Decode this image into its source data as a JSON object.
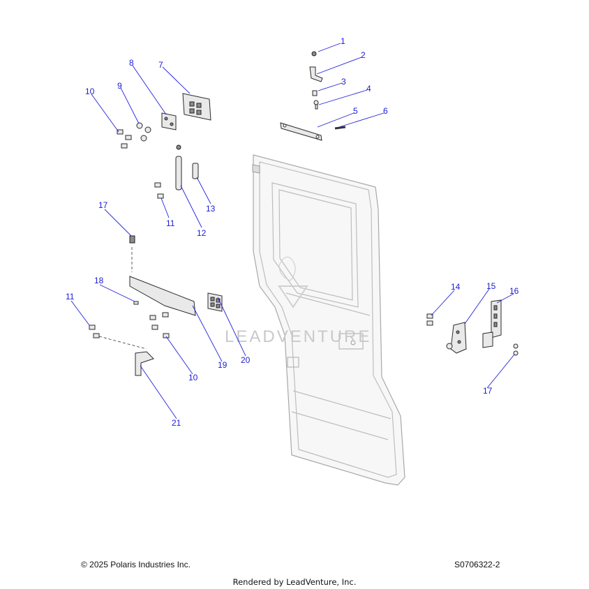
{
  "callouts": [
    "1",
    "2",
    "3",
    "4",
    "5",
    "6",
    "7",
    "8",
    "9",
    "10",
    "11",
    "12",
    "13",
    "14",
    "15",
    "16",
    "17",
    "18",
    "19",
    "20",
    "21"
  ],
  "watermark": "LEADVENTURE",
  "footer": {
    "copyright": "© 2025 Polaris Industries Inc.",
    "drawing_number": "S0706322-2",
    "rendered_by": "Rendered by LeadVenture, Inc."
  },
  "colors": {
    "callout": "#1a1ad6",
    "leader": "#2222dd",
    "watermark": "#c9c9c9"
  }
}
